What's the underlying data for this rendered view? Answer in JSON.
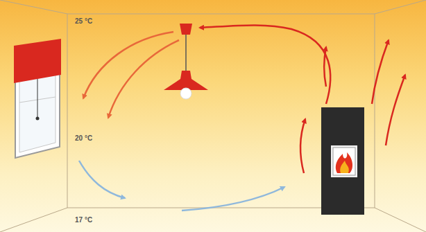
{
  "diagram": {
    "labels": [
      "25 °C",
      "20 °C",
      "17 °C"
    ]
  }
}
